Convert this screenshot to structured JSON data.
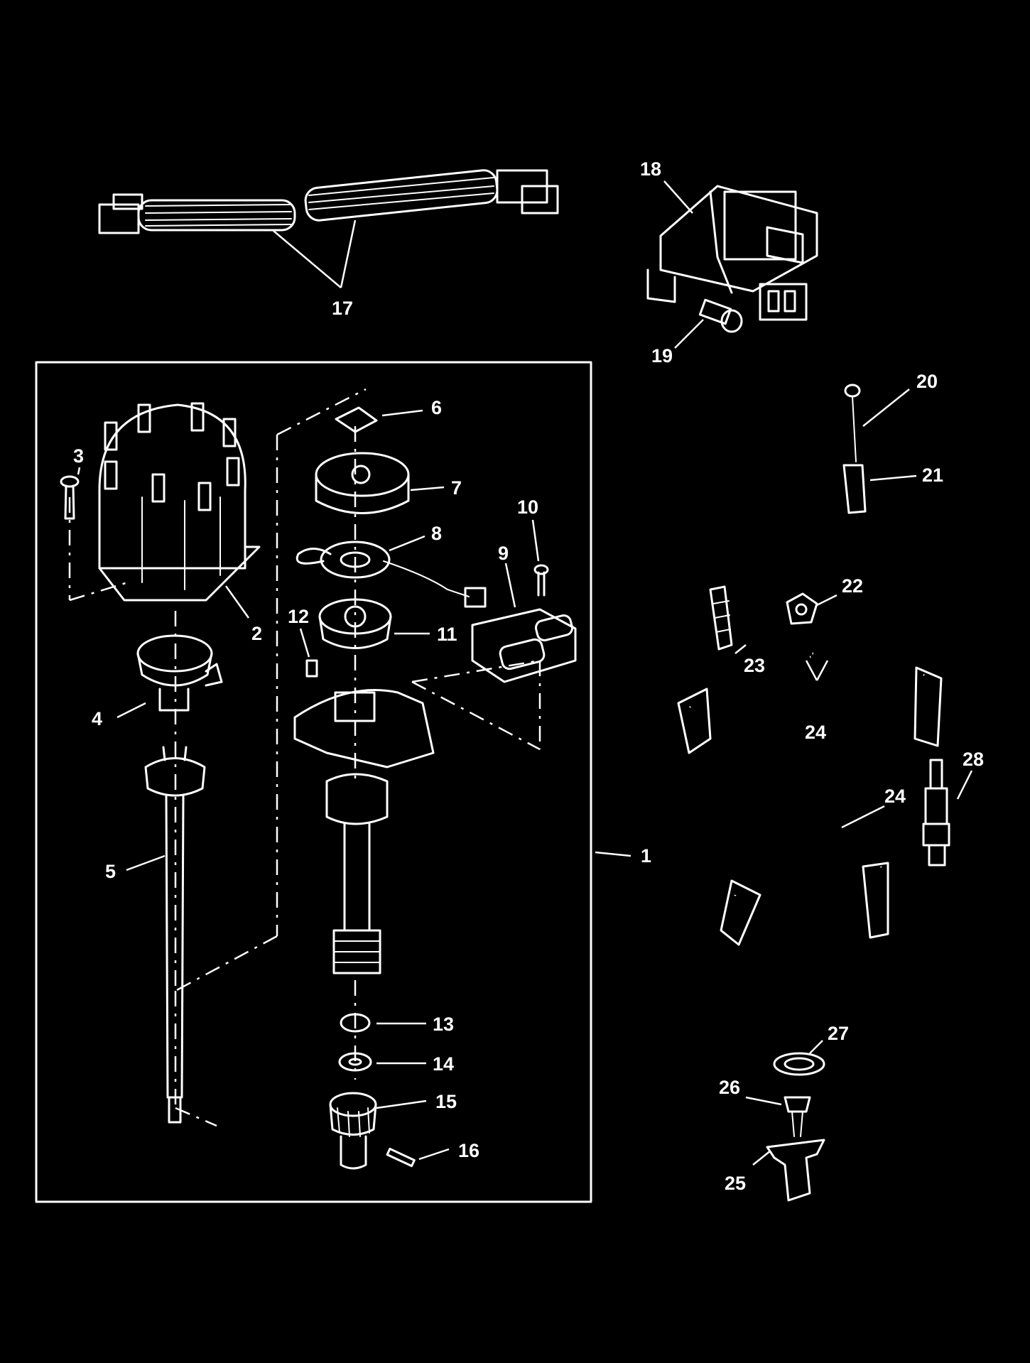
{
  "colors": {
    "background": "#000000",
    "ink": "#ffffff"
  },
  "labels": {
    "p1": "1",
    "p2": "2",
    "p3": "3",
    "p4": "4",
    "p5": "5",
    "p6": "6",
    "p7": "7",
    "p8": "8",
    "p9": "9",
    "p10": "10",
    "p11": "11",
    "p12": "12",
    "p13": "13",
    "p14": "14",
    "p15": "15",
    "p16": "16",
    "p17": "17",
    "p18": "18",
    "p19": "19",
    "p20": "20",
    "p21": "21",
    "p22": "22",
    "p23": "23",
    "p24a": "24",
    "p24b": "24",
    "p25": "25",
    "p26": "26",
    "p27": "27",
    "p28": "28"
  }
}
